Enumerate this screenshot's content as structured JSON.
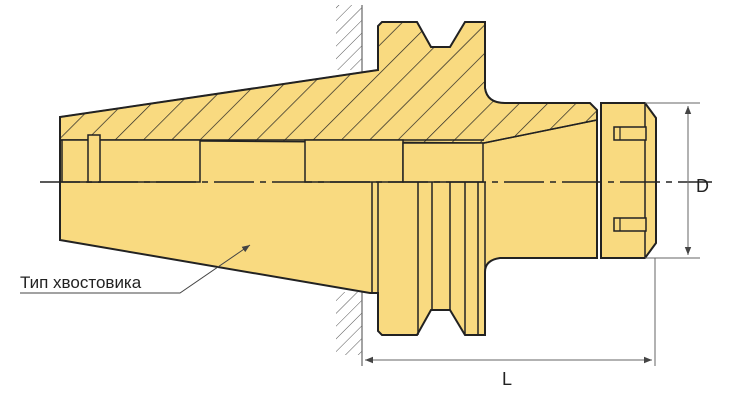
{
  "labels": {
    "shank_type": "Тип хвостовика",
    "diameter": "D",
    "length": "L"
  },
  "colors": {
    "body_fill": "#F9DA80",
    "outline": "#222222",
    "dimension": "#666666"
  }
}
